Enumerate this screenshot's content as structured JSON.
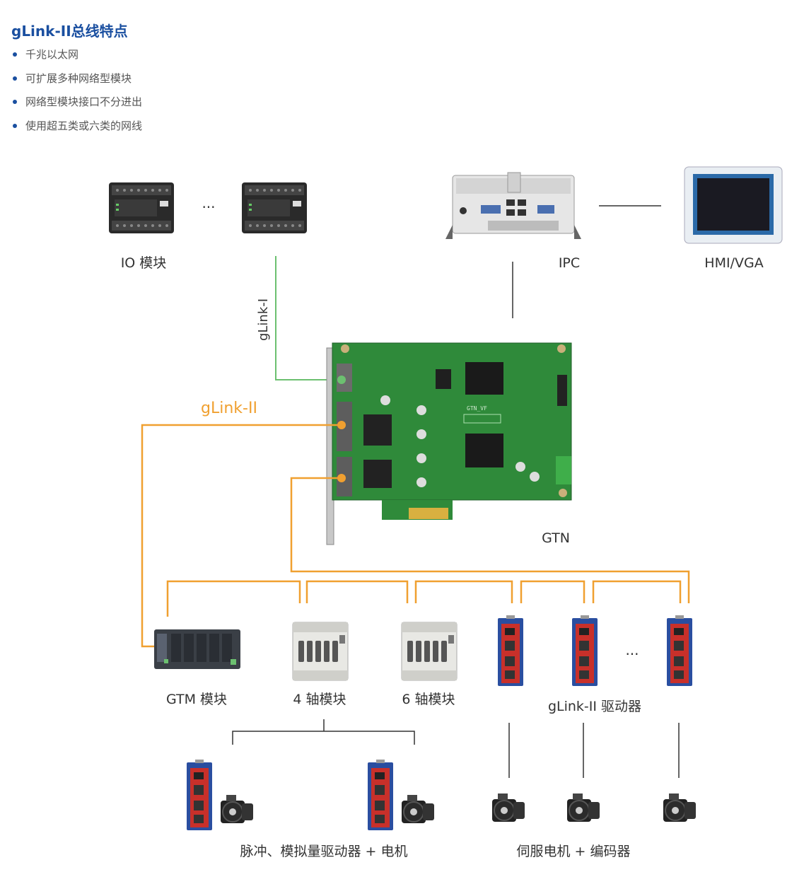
{
  "header": {
    "title": "gLink-II总线特点",
    "features": [
      "千兆以太网",
      "可扩展多种网络型模块",
      "网络型模块接口不分进出",
      "使用超五类或六类的网线"
    ]
  },
  "diagram": {
    "io_module_label": "IO 模块",
    "ellipsis": "···",
    "ipc_label": "IPC",
    "hmi_label": "HMI/VGA",
    "glink1_label": "gLink-I",
    "glink2_label": "gLink-II",
    "gtn_label": "GTN",
    "board_marking": "GTN_VF",
    "gtm_label": "GTM 模块",
    "axis4_label": "4 轴模块",
    "axis6_label": "6 轴模块",
    "glink2_driver_label": "gLink-II 驱动器",
    "pulse_driver_label": "脉冲、模拟量驱动器 + 电机",
    "servo_label": "伺服电机 + 编码器"
  },
  "colors": {
    "title": "#1a4fa0",
    "glink1_line": "#6cc070",
    "glink2_line": "#f0a030",
    "board": "#2f8a3a",
    "driver_blue": "#2a4ea0",
    "driver_red": "#c8302a"
  }
}
